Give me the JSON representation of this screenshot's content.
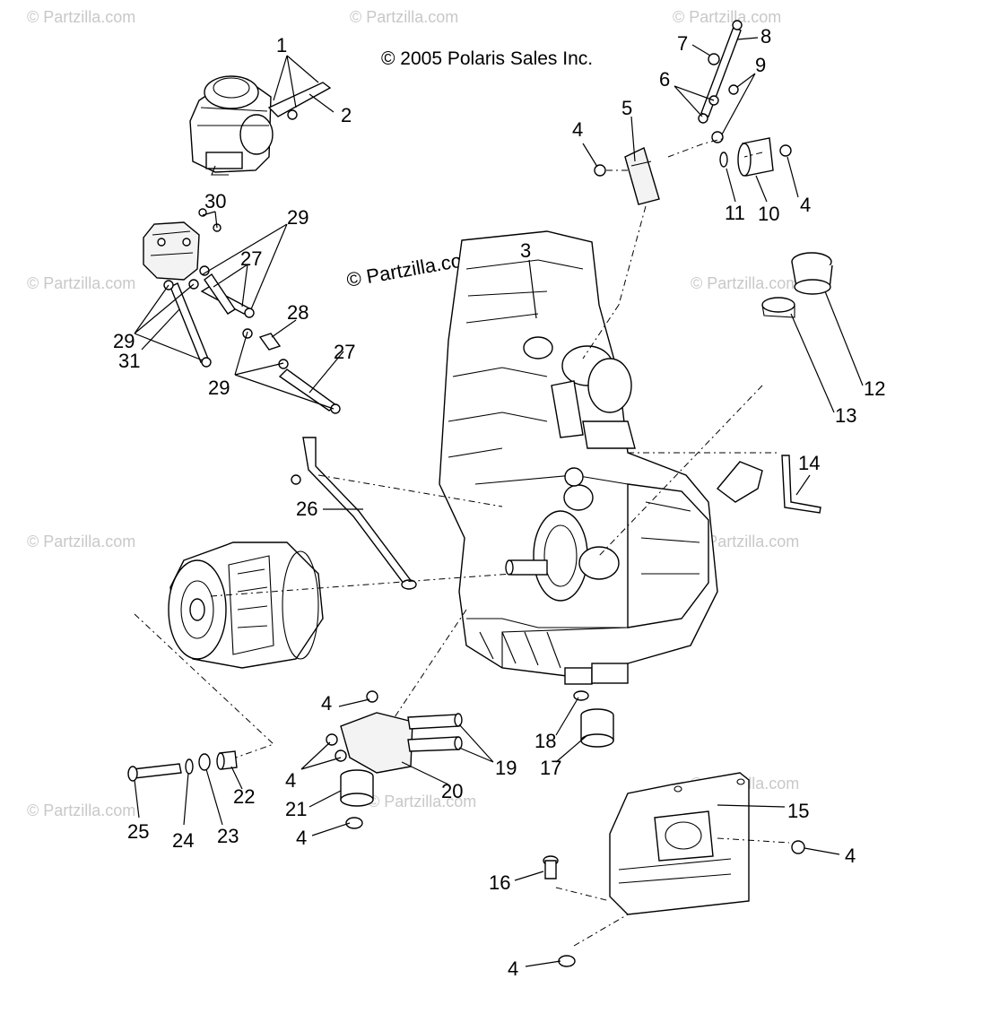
{
  "copyright": "© 2005 Polaris Sales Inc.",
  "watermark": "© Partzilla.com",
  "callouts": [
    "1",
    "2",
    "3",
    "4",
    "5",
    "6",
    "7",
    "8",
    "9",
    "10",
    "11",
    "12",
    "13",
    "14",
    "15",
    "16",
    "17",
    "18",
    "19",
    "20",
    "21",
    "22",
    "23",
    "24",
    "25",
    "26",
    "27",
    "28",
    "29",
    "30",
    "31"
  ],
  "colors": {
    "line": "#000000",
    "watermark": "#c8c8c8",
    "background": "#ffffff"
  }
}
